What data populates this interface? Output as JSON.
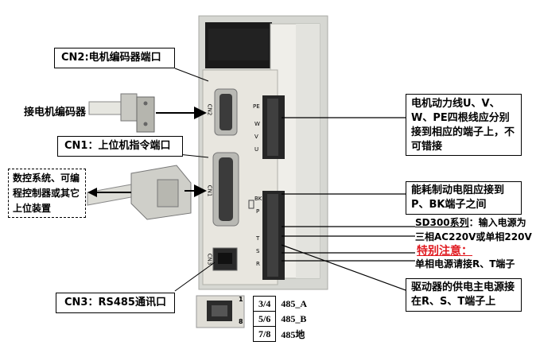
{
  "labels": {
    "cn2_port": "CN2:电机编码器端口",
    "motor_encoder": "接电机编码器",
    "cn1_port": "CN1：上位机指令端口",
    "controller": "数控系统、可编程控制器或其它上位装置",
    "cn3_port": "CN3：RS485通讯口",
    "power_lines": "电机动力线U、V、W、PE四根线应分别接到相应的端子上，不可错接",
    "brake_resistor": "能耗制动电阻应接到P、BK端子之间",
    "sd300_series": "SD300系列",
    "sd300_input": "：输入电源为",
    "sd300_input2": "三相AC220V或单相220V",
    "special_note": "特别注意：",
    "single_phase": "单相电源请接R、T端子",
    "main_power": "驱动器的供电主电源接在R、S、T端子上"
  },
  "terminals": {
    "pe": "PE",
    "w": "W",
    "v": "V",
    "u": "U",
    "bk": "BK",
    "p": "P",
    "t": "T",
    "s": "S",
    "r": "R",
    "cn2_tag": "CN2",
    "cn1_tag": "CN1",
    "cn3_tag": "CN3"
  },
  "rs485_pins": [
    {
      "pins": "3/4",
      "signal": "485_A"
    },
    {
      "pins": "5/6",
      "signal": "485_B"
    },
    {
      "pins": "7/8",
      "signal": "485地"
    }
  ],
  "rs485_pin_marks": {
    "first": "1",
    "last": "8"
  },
  "colors": {
    "accent_red": "#e0191f",
    "panel": "#e7e5de",
    "frame": "#c9cac5"
  }
}
